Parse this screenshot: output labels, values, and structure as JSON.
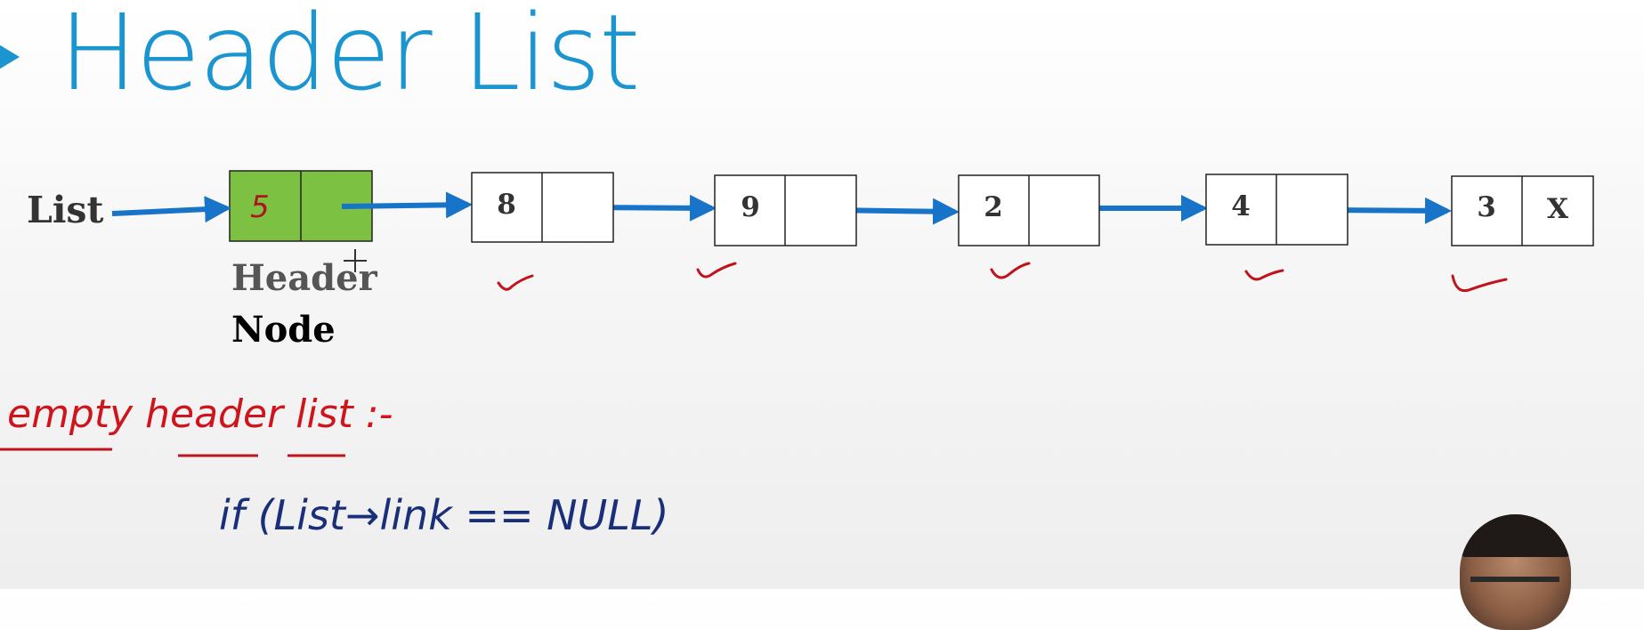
{
  "title": "Header List",
  "list_label": "List",
  "header_node": {
    "value": "5",
    "label_line1": "Header",
    "label_line2": "Node",
    "fill_color": "#7cc142"
  },
  "nodes": [
    {
      "value": "8",
      "link": ""
    },
    {
      "value": "9",
      "link": ""
    },
    {
      "value": "2",
      "link": ""
    },
    {
      "value": "4",
      "link": ""
    },
    {
      "value": "3",
      "link": "X"
    }
  ],
  "annotations": {
    "empty_header_list": "empty header list :-",
    "code": "if (List→link == NULL)"
  },
  "colors": {
    "title": "#1a95cf",
    "arrow": "#1874c9",
    "annotation_red": "#d0141c",
    "annotation_blue": "#1a2f7a"
  },
  "icons": [
    "title-bullet-icon",
    "mouse-cursor-icon"
  ]
}
